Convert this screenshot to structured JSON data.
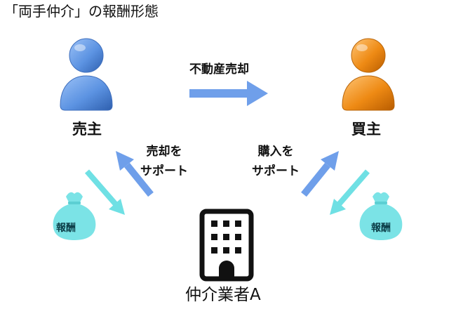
{
  "title": "「両手仲介」の報酬形態",
  "seller": {
    "label": "売主"
  },
  "buyer": {
    "label": "買主"
  },
  "property_transfer": {
    "label": "不動産売却"
  },
  "support_seller": {
    "line1": "売却を",
    "line2": "サポート"
  },
  "support_buyer": {
    "line1": "購入を",
    "line2": "サポート"
  },
  "agent": {
    "label": "仲介業者A"
  },
  "fee_left": {
    "label": "報酬"
  },
  "fee_right": {
    "label": "報酬"
  },
  "colors": {
    "seller_figure": "#5c93e2",
    "buyer_figure": "#ee8a14",
    "transfer_arrow": "#6f9fea",
    "support_arrow": "#6f9fea",
    "fee_arrow": "#6fe0e4",
    "money_bag": "#7be3e6",
    "building": "#111111"
  }
}
